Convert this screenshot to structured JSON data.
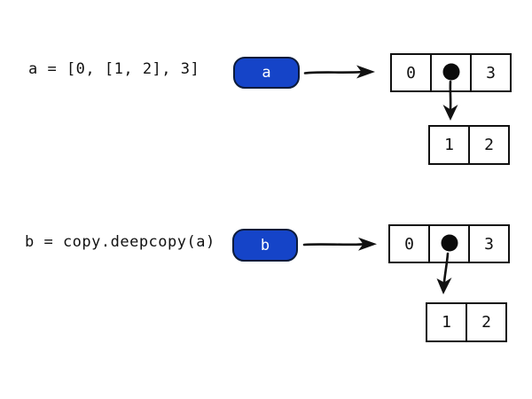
{
  "title": "deepcopy-diagram",
  "colors": {
    "background": "#ffffff",
    "text": "#111111",
    "box_border": "#111111",
    "arrow": "#111111",
    "pill_fill": "#1544c8",
    "pill_border": "#0c1b3a"
  },
  "icons": {
    "pointer_dot": "reference-dot-icon",
    "right_arrow": "arrow-right-icon",
    "down_arrow": "arrow-down-icon"
  },
  "rows": [
    {
      "code": "a = [0, [1, 2], 3]",
      "var_label": "a",
      "outer_list": {
        "cell_0": "0",
        "cell_1_icon": "reference-dot-icon",
        "cell_2": "3"
      },
      "inner_list": {
        "cell_0": "1",
        "cell_1": "2"
      }
    },
    {
      "code": "b = copy.deepcopy(a)",
      "var_label": "b",
      "outer_list": {
        "cell_0": "0",
        "cell_1_icon": "reference-dot-icon",
        "cell_2": "3"
      },
      "inner_list": {
        "cell_0": "1",
        "cell_1": "2"
      }
    }
  ]
}
